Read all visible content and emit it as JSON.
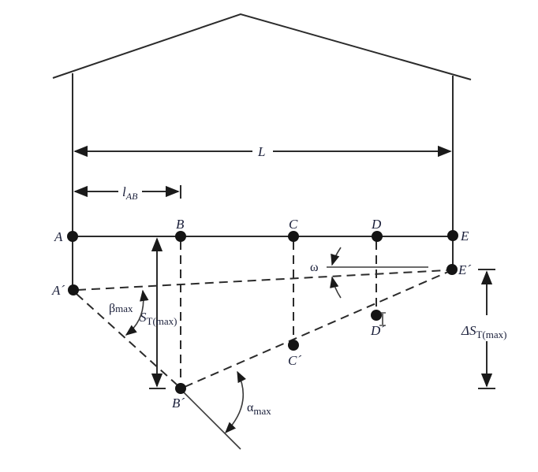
{
  "diagram": {
    "type": "structural settlement diagram (building with differential settlement)",
    "dimensions": {
      "L": {
        "label": "L"
      },
      "l_AB": {
        "label_main": "l",
        "label_sub": "AB"
      },
      "S_T_max": {
        "label_main": "S",
        "label_sub": "T(max)"
      },
      "delta_S_T_max": {
        "label_main": "ΔS",
        "label_sub": "T(max)"
      }
    },
    "points": {
      "original": [
        {
          "id": "A",
          "label": "A"
        },
        {
          "id": "B",
          "label": "B"
        },
        {
          "id": "C",
          "label": "C"
        },
        {
          "id": "D",
          "label": "D"
        },
        {
          "id": "E",
          "label": "E"
        }
      ],
      "settled": [
        {
          "id": "A_prime",
          "label": "A´"
        },
        {
          "id": "B_prime",
          "label": "B´"
        },
        {
          "id": "C_prime",
          "label": "C´"
        },
        {
          "id": "D_prime",
          "label": "D´"
        },
        {
          "id": "E_prime",
          "label": "E´"
        }
      ]
    },
    "angles": {
      "omega": {
        "label": "ω"
      },
      "beta_max": {
        "label_main": "β",
        "label_sub": "max"
      },
      "alpha_max": {
        "label_main": "α",
        "label_sub": "max"
      }
    },
    "colors": {
      "line": "#2b2b2b",
      "point": "#141414",
      "label": "#1a1f3a",
      "background": "#ffffff"
    }
  }
}
